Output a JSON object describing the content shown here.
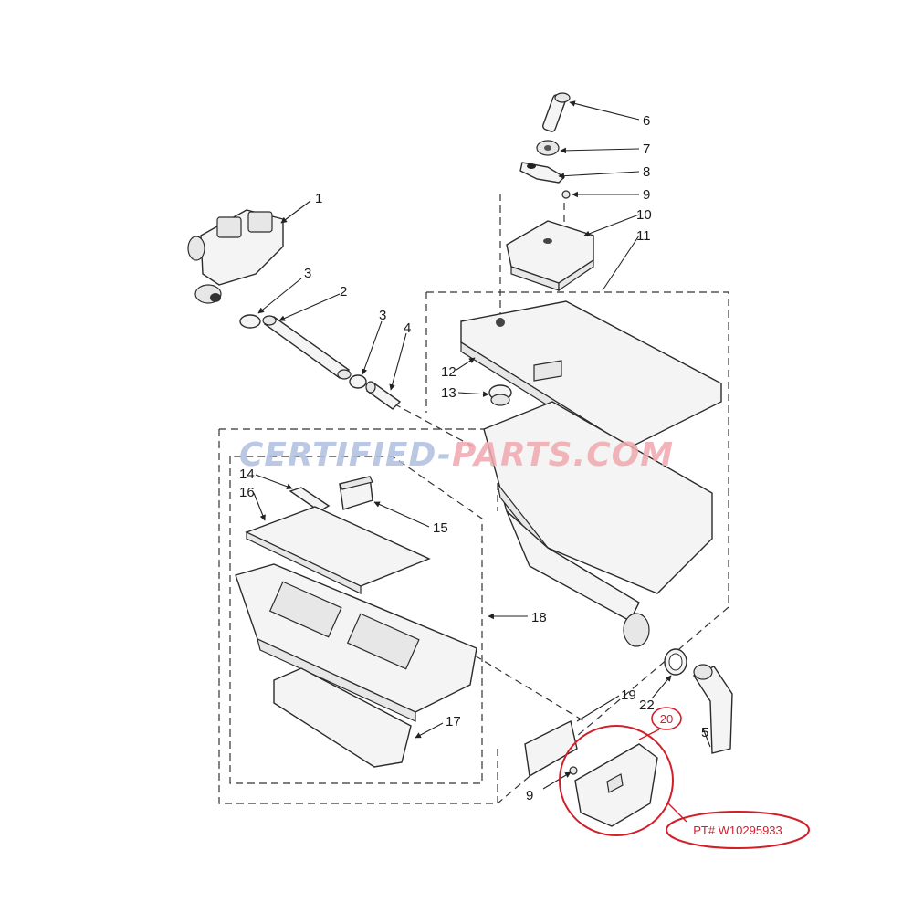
{
  "watermark": {
    "part1": "CERTIFIED-",
    "part2": "PARTS.COM",
    "color1": "#aebfe0",
    "color2": "#f0a8ae"
  },
  "callout_color": "#d11f2a",
  "callout_highlight": "20",
  "callout_part_number": "PT# W10295933",
  "callouts": [
    "1",
    "2",
    "3",
    "3",
    "4",
    "5",
    "6",
    "7",
    "8",
    "9",
    "9",
    "10",
    "11",
    "12",
    "13",
    "14",
    "15",
    "16",
    "17",
    "18",
    "19",
    "22"
  ]
}
